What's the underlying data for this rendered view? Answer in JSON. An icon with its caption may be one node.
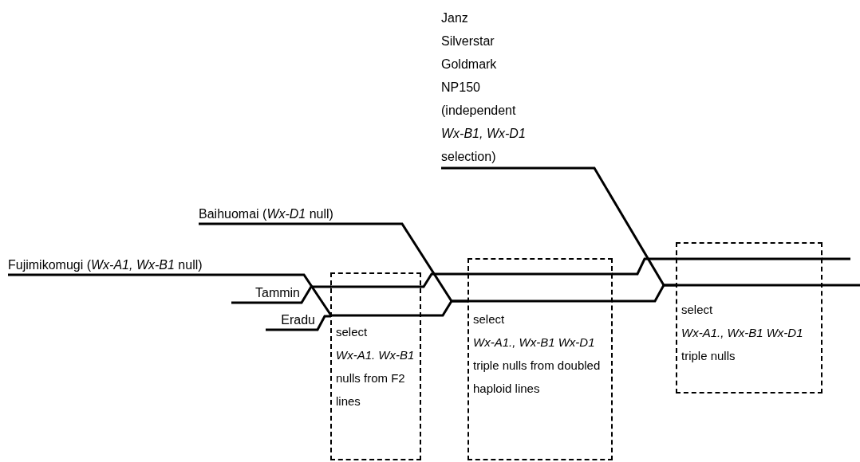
{
  "diagram": {
    "nodes": [
      {
        "text": [
          "Janz",
          "Silverstar",
          "Goldmark",
          "NP150",
          "(independent *Wx-B1, Wx-D1* selection)"
        ]
      },
      {
        "text": [
          "Baihuomai (*Wx-D1* null)"
        ]
      },
      {
        "text": [
          "Fujimikomugi (*Wx-A1, Wx-B1* null)"
        ]
      },
      {
        "text": [
          "Tammin"
        ]
      },
      {
        "text": [
          "Eradu"
        ]
      },
      {
        "text": [
          "select *Wx-A1. Wx-B1* nulls from F2 lines"
        ]
      },
      {
        "text": [
          "select *Wx-A1., Wx-B1 Wx-D1* triple nulls from doubled haploid lines"
        ]
      },
      {
        "text": [
          "select *Wx-A1., Wx-B1 Wx-D1* triple nulls"
        ]
      }
    ],
    "edges": [
      {
        "from": 2,
        "to": 5,
        "arrow": "none"
      },
      {
        "from": 3,
        "to": 5,
        "arrow": "none"
      },
      {
        "from": 4,
        "to": 5,
        "arrow": "none"
      },
      {
        "from": 5,
        "to": 6,
        "arrow": "none"
      },
      {
        "from": 5,
        "to": 6,
        "arrow": "none"
      },
      {
        "from": 1,
        "to": 6,
        "arrow": "none"
      },
      {
        "from": 6,
        "to": 7,
        "arrow": "none"
      },
      {
        "from": 6,
        "to": 7,
        "arrow": "none"
      },
      {
        "from": 0,
        "to": 7,
        "arrow": "none"
      },
      {
        "from": 7,
        "to": null,
        "arrow": "none"
      },
      {
        "from": 7,
        "to": null,
        "arrow": "none"
      }
    ]
  }
}
